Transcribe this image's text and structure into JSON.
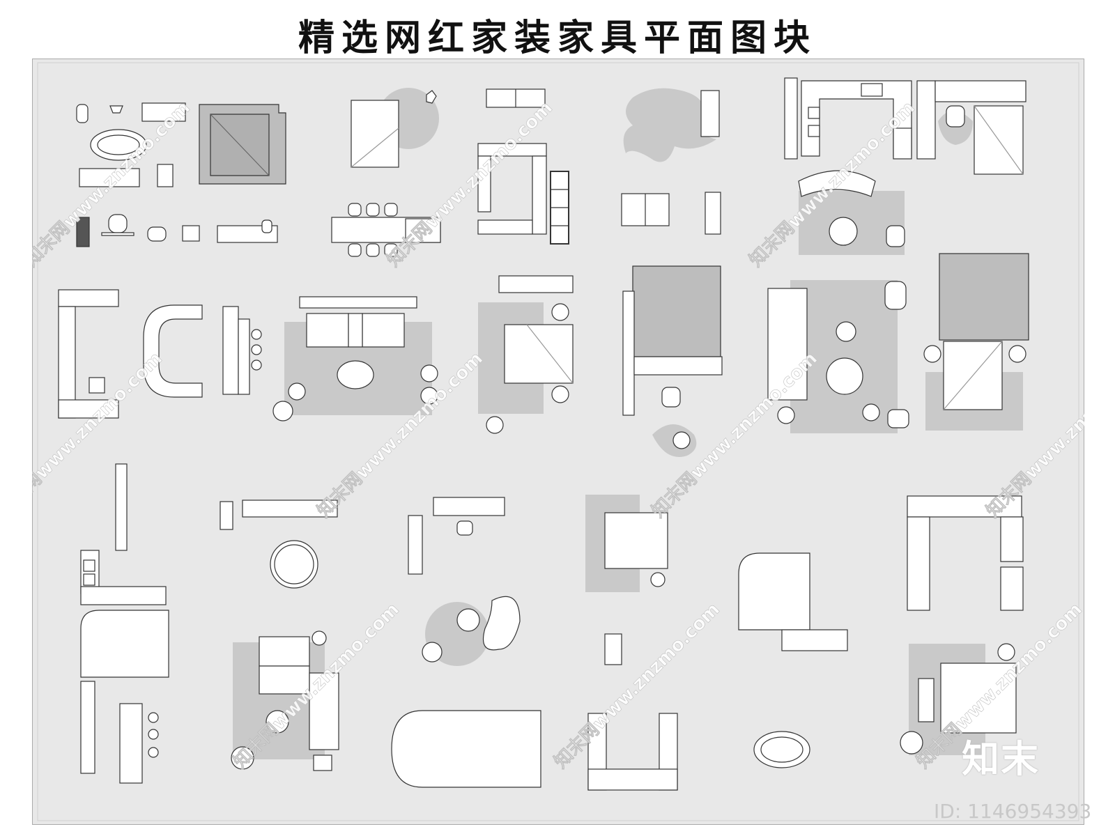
{
  "title": "精选网红家装家具平面图块",
  "brand": "知末",
  "image_id": "ID: 1146954393",
  "watermark_text": "知末网www.znzmo.com",
  "colors": {
    "board_bg": "#e8e8e8",
    "rug_gray": "#c9c9c9",
    "furniture_fill": "#ffffff",
    "line": "#333333"
  }
}
